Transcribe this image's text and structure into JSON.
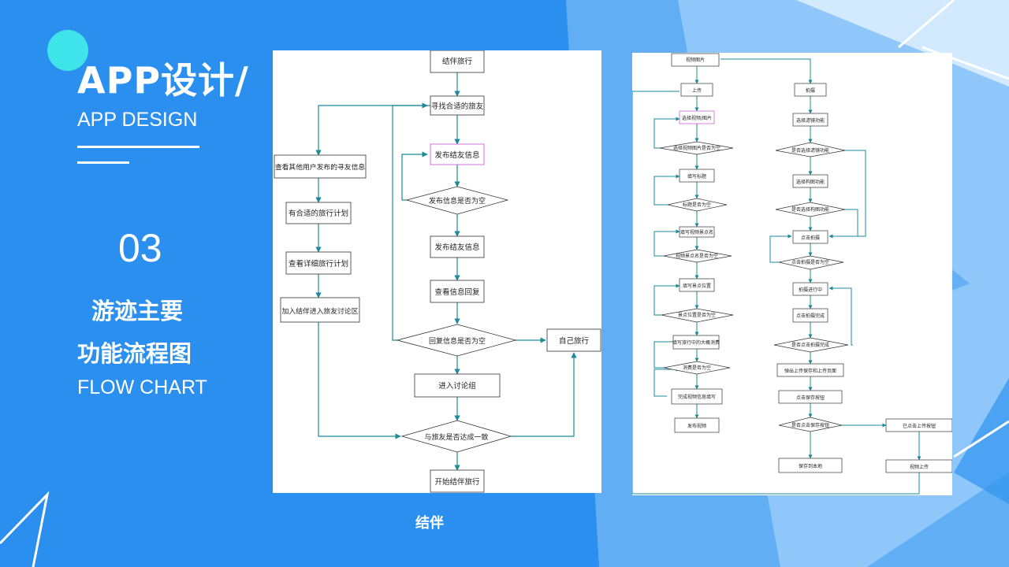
{
  "colors": {
    "background": "#2a8fee",
    "accent_circle": "#3fe3ea",
    "connector": "#1d8a9a",
    "node_border": "#333333",
    "highlight_border": "#c24fd0"
  },
  "header": {
    "title": "APP设计/",
    "subtitle": "APP DESIGN"
  },
  "section": {
    "number": "03",
    "title_line1": "游迹主要",
    "title_line2": "功能流程图",
    "title_en": "FLOW CHART"
  },
  "caption": "结伴",
  "left_flow": {
    "nodes": [
      {
        "id": "start",
        "text": "结伴旅行"
      },
      {
        "id": "find",
        "text": "寻找合适的旅友"
      },
      {
        "id": "view_other",
        "text": "查看其他用户发布的寻友信息"
      },
      {
        "id": "publish",
        "text": "发布结友信息"
      },
      {
        "id": "q_empty",
        "text": "发布信息是否为空"
      },
      {
        "id": "suitable",
        "text": "有合适的旅行计划"
      },
      {
        "id": "view_detail",
        "text": "查看详细旅行计划"
      },
      {
        "id": "publish2",
        "text": "发布结友信息"
      },
      {
        "id": "join",
        "text": "加入结伴进入旅友讨论区"
      },
      {
        "id": "view_reply",
        "text": "查看信息回复"
      },
      {
        "id": "q_reply",
        "text": "回复信息是否为空"
      },
      {
        "id": "self",
        "text": "自己旅行"
      },
      {
        "id": "enter_group",
        "text": "进入讨论组"
      },
      {
        "id": "q_agree",
        "text": "与旅友是否达成一致"
      },
      {
        "id": "begin",
        "text": "开始结伴旅行"
      }
    ]
  },
  "right_flow": {
    "nodes": [
      {
        "id": "top",
        "text": "视频图片"
      },
      {
        "id": "upload",
        "text": "上传"
      },
      {
        "id": "shoot",
        "text": "拍摄"
      },
      {
        "id": "select_media",
        "text": "选择视频/图片"
      },
      {
        "id": "filter",
        "text": "选择滤镜功能"
      },
      {
        "id": "q_media",
        "text": "选择视频图片是否为空"
      },
      {
        "id": "q_filter",
        "text": "是否选择滤镜功能"
      },
      {
        "id": "fill_title",
        "text": "填写标题"
      },
      {
        "id": "compose",
        "text": "选择构图功能"
      },
      {
        "id": "q_title",
        "text": "标题是否为空"
      },
      {
        "id": "q_compose",
        "text": "是否选择构图功能"
      },
      {
        "id": "fill_spot",
        "text": "填写视频景点名"
      },
      {
        "id": "click_shoot",
        "text": "点击拍摄"
      },
      {
        "id": "q_spot",
        "text": "视频景点名是否为空"
      },
      {
        "id": "q_click",
        "text": "点击拍摄是否为空"
      },
      {
        "id": "fill_loc",
        "text": "填写景点位置"
      },
      {
        "id": "shooting",
        "text": "拍摄进行中"
      },
      {
        "id": "q_loc",
        "text": "景点位置是否为空"
      },
      {
        "id": "done_shoot",
        "text": "点击拍摄完成"
      },
      {
        "id": "fill_cost",
        "text": "填写旅行中的大概消费"
      },
      {
        "id": "q_done",
        "text": "是否点击拍摄完成"
      },
      {
        "id": "q_cost",
        "text": "消费是否为空"
      },
      {
        "id": "popup",
        "text": "弹出上传保存和上传页面"
      },
      {
        "id": "finish_info",
        "text": "完成视频信息填写"
      },
      {
        "id": "save_btn",
        "text": "点击保存按钮"
      },
      {
        "id": "publish_video",
        "text": "发布视频"
      },
      {
        "id": "q_save",
        "text": "是否点击保存按钮"
      },
      {
        "id": "clicked_upload",
        "text": "已点击上传按钮"
      },
      {
        "id": "save_local",
        "text": "保存到本地"
      },
      {
        "id": "video_upload",
        "text": "视频上传"
      }
    ]
  }
}
